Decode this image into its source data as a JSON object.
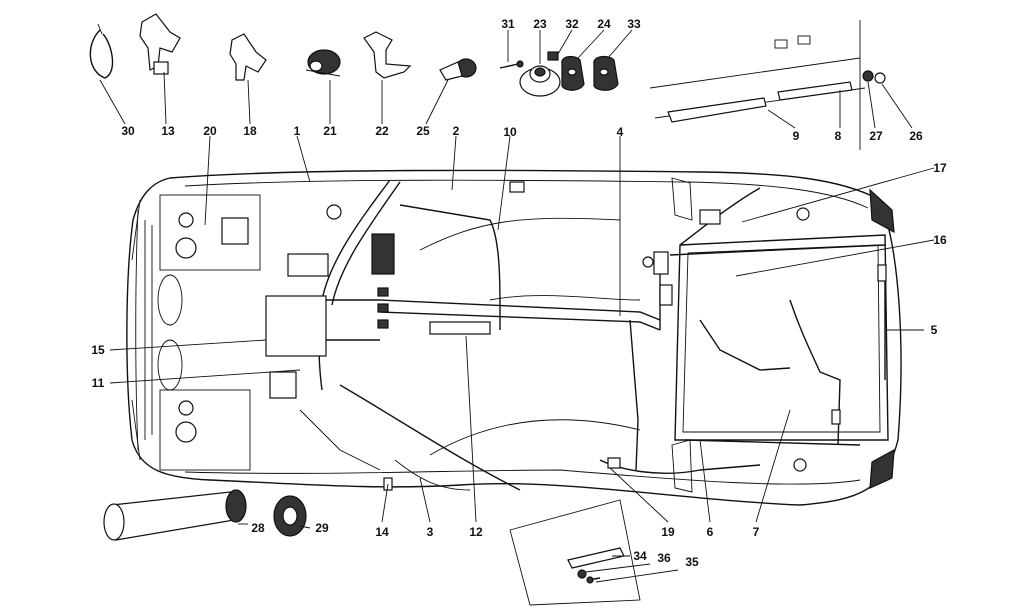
{
  "labels": [
    {
      "id": "30",
      "text": "30"
    },
    {
      "id": "13",
      "text": "13"
    },
    {
      "id": "18",
      "text": "18"
    },
    {
      "id": "20",
      "text": "20"
    },
    {
      "id": "1",
      "text": "1"
    },
    {
      "id": "21",
      "text": "21"
    },
    {
      "id": "22",
      "text": "22"
    },
    {
      "id": "25",
      "text": "25"
    },
    {
      "id": "2",
      "text": "2"
    },
    {
      "id": "31",
      "text": "31"
    },
    {
      "id": "23",
      "text": "23"
    },
    {
      "id": "32",
      "text": "32"
    },
    {
      "id": "24",
      "text": "24"
    },
    {
      "id": "33",
      "text": "33"
    },
    {
      "id": "10",
      "text": "10"
    },
    {
      "id": "4",
      "text": "4"
    },
    {
      "id": "9",
      "text": "9"
    },
    {
      "id": "8",
      "text": "8"
    },
    {
      "id": "27",
      "text": "27"
    },
    {
      "id": "26",
      "text": "26"
    },
    {
      "id": "17",
      "text": "17"
    },
    {
      "id": "16",
      "text": "16"
    },
    {
      "id": "5",
      "text": "5"
    },
    {
      "id": "15",
      "text": "15"
    },
    {
      "id": "11",
      "text": "11"
    },
    {
      "id": "14",
      "text": "14"
    },
    {
      "id": "3",
      "text": "3"
    },
    {
      "id": "12",
      "text": "12"
    },
    {
      "id": "19",
      "text": "19"
    },
    {
      "id": "6",
      "text": "6"
    },
    {
      "id": "7",
      "text": "7"
    },
    {
      "id": "28",
      "text": "28"
    },
    {
      "id": "29",
      "text": "29"
    },
    {
      "id": "34",
      "text": "34"
    },
    {
      "id": "36",
      "text": "36"
    },
    {
      "id": "35",
      "text": "35"
    }
  ]
}
